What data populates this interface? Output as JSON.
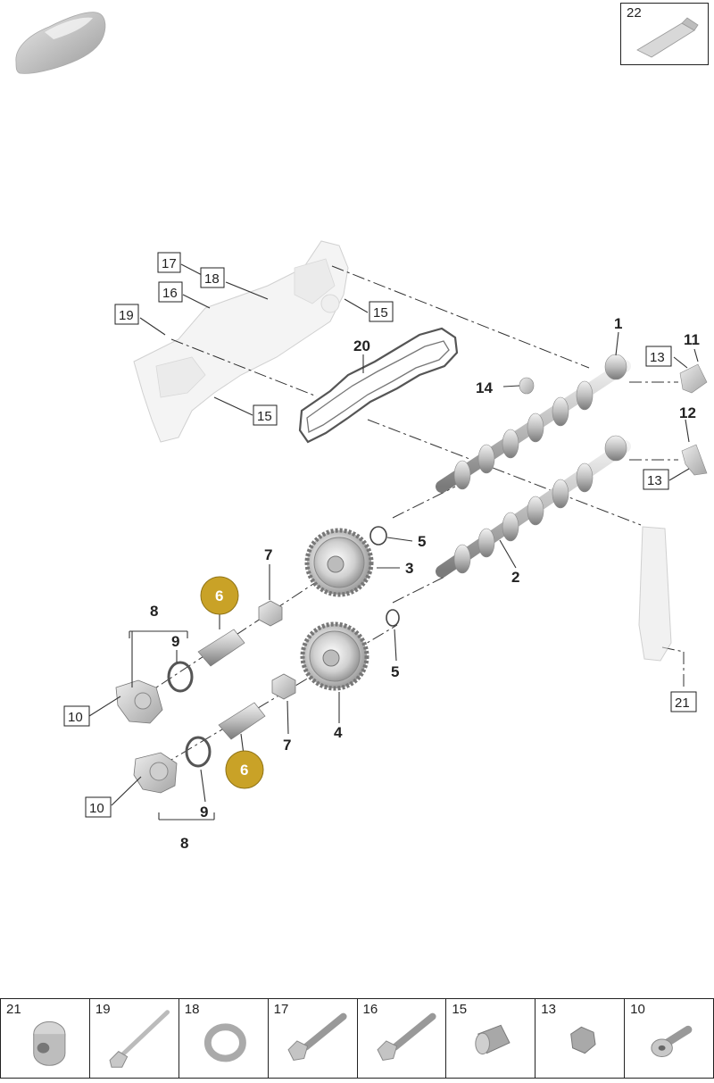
{
  "callouts": {
    "c1": "1",
    "c2": "2",
    "c3": "3",
    "c4": "4",
    "c5a": "5",
    "c5b": "5",
    "c6a": "6",
    "c6b": "6",
    "c7a": "7",
    "c7b": "7",
    "c8a": "8",
    "c8b": "8",
    "c9a": "9",
    "c9b": "9",
    "c10a": "10",
    "c10b": "10",
    "c11": "11",
    "c12": "12",
    "c13a": "13",
    "c13b": "13",
    "c14": "14",
    "c15a": "15",
    "c15b": "15",
    "c16": "16",
    "c17": "17",
    "c18": "18",
    "c19": "19",
    "c20": "20",
    "c21": "21"
  },
  "inset": {
    "label": "22"
  },
  "thumbnails": [
    {
      "label": "21",
      "icon": "sleeve-icon"
    },
    {
      "label": "19",
      "icon": "long-bolt-icon"
    },
    {
      "label": "18",
      "icon": "washer-icon"
    },
    {
      "label": "17",
      "icon": "bolt-icon"
    },
    {
      "label": "16",
      "icon": "bolt-icon"
    },
    {
      "label": "15",
      "icon": "plug-icon"
    },
    {
      "label": "13",
      "icon": "cap-nut-icon"
    },
    {
      "label": "10",
      "icon": "flange-bolt-icon"
    }
  ],
  "colors": {
    "highlight": "#c9a227",
    "part_fill": "#d9d9d9",
    "line": "#333333"
  }
}
